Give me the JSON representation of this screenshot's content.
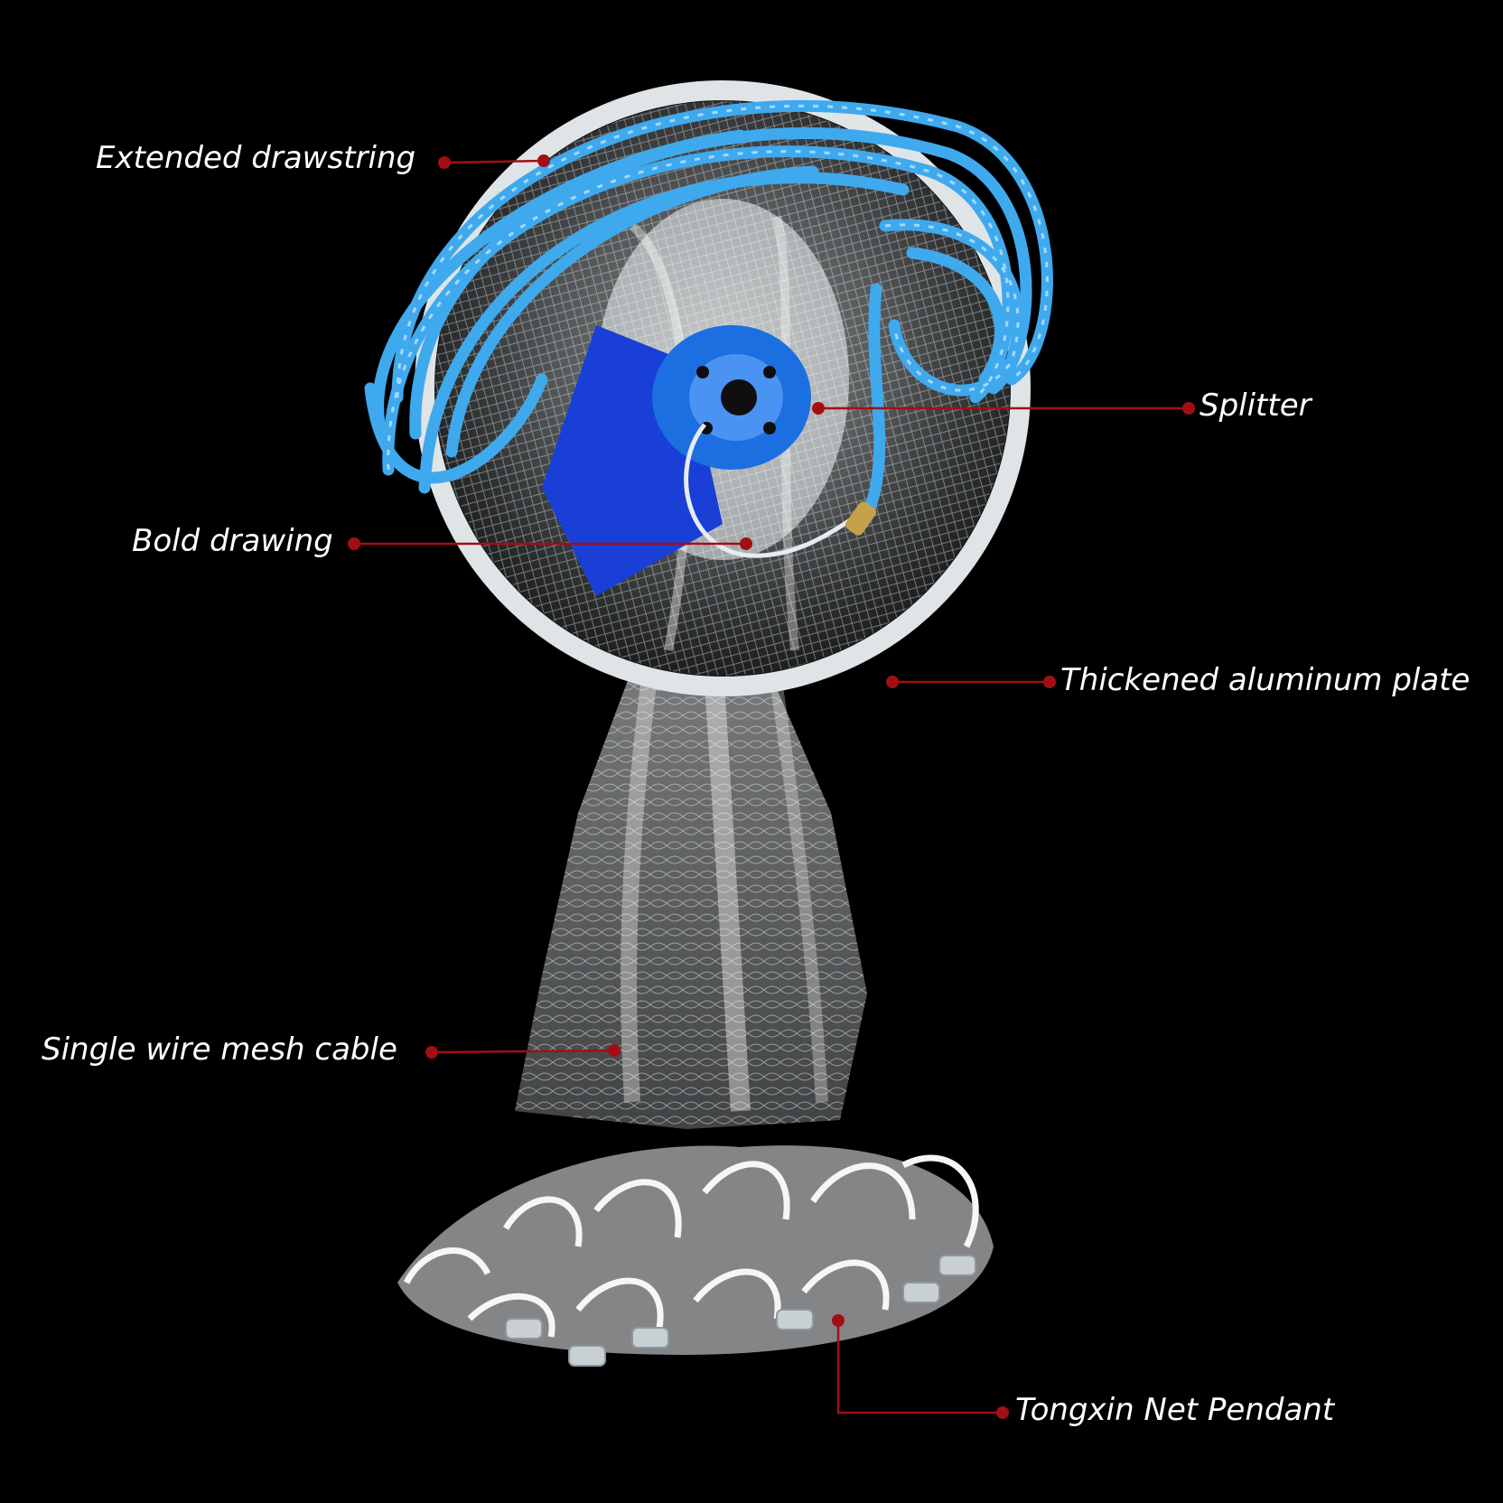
{
  "labels": {
    "extended_drawstring": "Extended drawstring",
    "splitter": "Splitter",
    "bold_drawing": "Bold drawing",
    "thickened_aluminum_plate": "Thickened aluminum plate",
    "single_wire_mesh_cable": "Single wire mesh cable",
    "tongxin_net_pendant": "Tongxin Net Pendant"
  },
  "colors": {
    "background": "#000000",
    "rope_blue": "#3fa9ee",
    "splitter_blue": "#1c6fe0",
    "tag_blue": "#1a3fd6",
    "callout_red": "#a10f14",
    "net_white": "#e8eef2"
  }
}
